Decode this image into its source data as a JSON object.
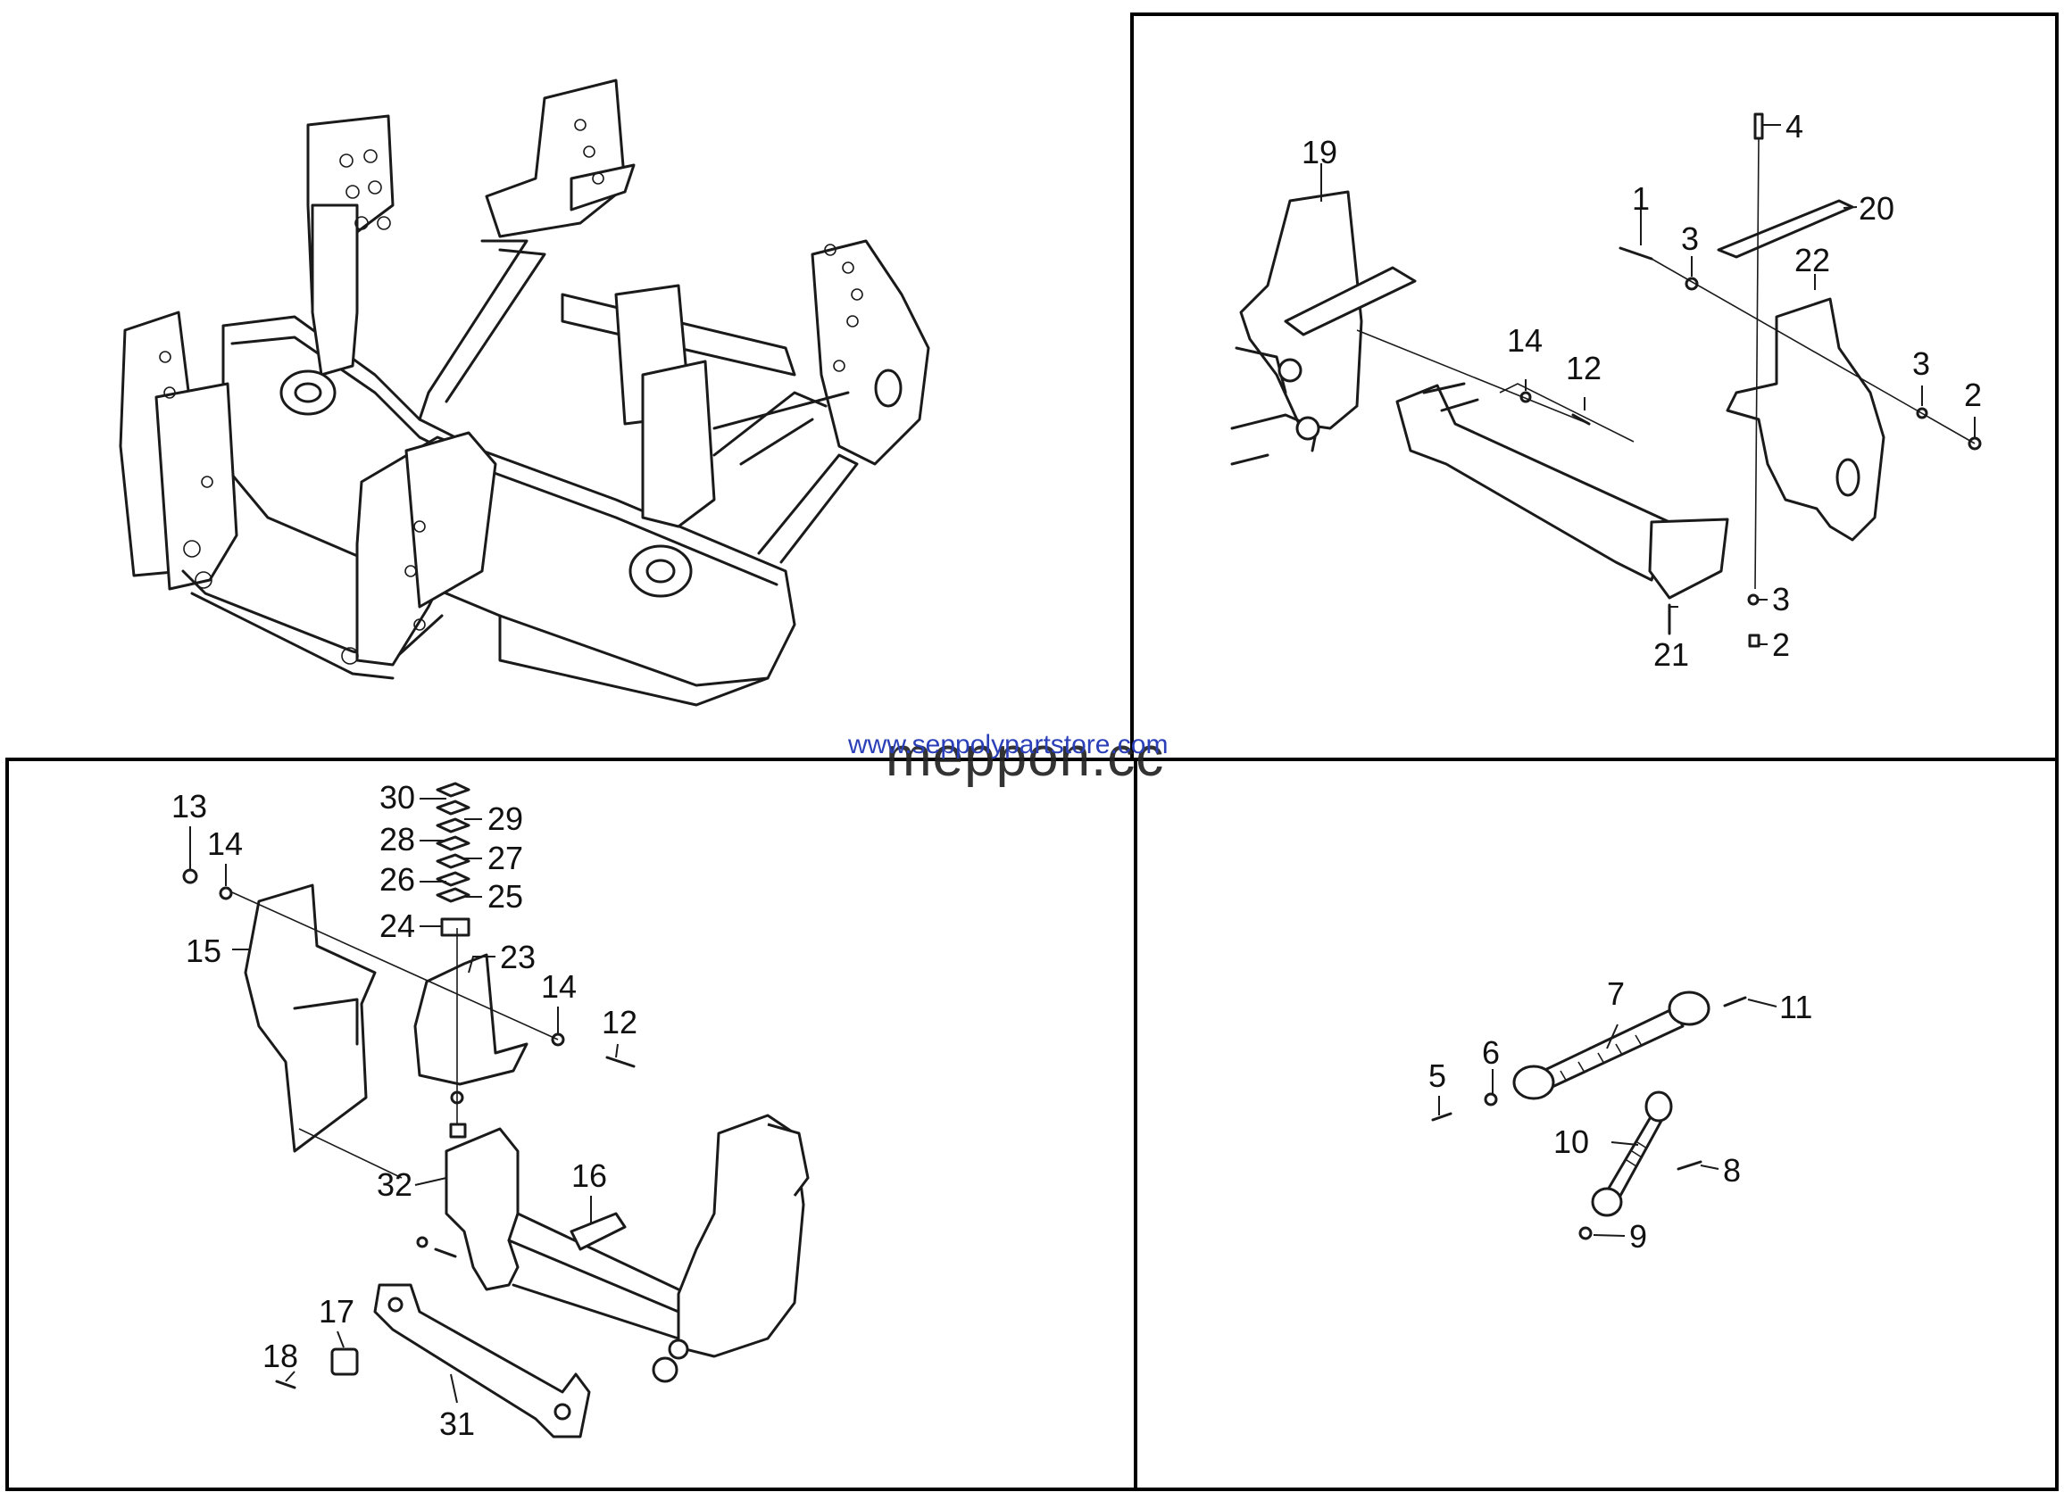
{
  "watermark": {
    "url": "www.seppolypartstore.com",
    "brand": "meppon.cc",
    "url_color": "#2a3fb8"
  },
  "callouts": [
    {
      "id": "c-19",
      "text": "19"
    },
    {
      "id": "c-1",
      "text": "1"
    },
    {
      "id": "c-3a",
      "text": "3"
    },
    {
      "id": "c-4",
      "text": "4"
    },
    {
      "id": "c-20",
      "text": "20"
    },
    {
      "id": "c-22",
      "text": "22"
    },
    {
      "id": "c-14a",
      "text": "14"
    },
    {
      "id": "c-12a",
      "text": "12"
    },
    {
      "id": "c-3b",
      "text": "3"
    },
    {
      "id": "c-2a",
      "text": "2"
    },
    {
      "id": "c-3c",
      "text": "3"
    },
    {
      "id": "c-2b",
      "text": "2"
    },
    {
      "id": "c-21",
      "text": "21"
    },
    {
      "id": "c-13",
      "text": "13"
    },
    {
      "id": "c-14b",
      "text": "14"
    },
    {
      "id": "c-15",
      "text": "15"
    },
    {
      "id": "c-30",
      "text": "30"
    },
    {
      "id": "c-29",
      "text": "29"
    },
    {
      "id": "c-28",
      "text": "28"
    },
    {
      "id": "c-27",
      "text": "27"
    },
    {
      "id": "c-26",
      "text": "26"
    },
    {
      "id": "c-25",
      "text": "25"
    },
    {
      "id": "c-24",
      "text": "24"
    },
    {
      "id": "c-23",
      "text": "23"
    },
    {
      "id": "c-14c",
      "text": "14"
    },
    {
      "id": "c-12b",
      "text": "12"
    },
    {
      "id": "c-32",
      "text": "32"
    },
    {
      "id": "c-16",
      "text": "16"
    },
    {
      "id": "c-17",
      "text": "17"
    },
    {
      "id": "c-18",
      "text": "18"
    },
    {
      "id": "c-31",
      "text": "31"
    },
    {
      "id": "c-7",
      "text": "7"
    },
    {
      "id": "c-11",
      "text": "11"
    },
    {
      "id": "c-6",
      "text": "6"
    },
    {
      "id": "c-5",
      "text": "5"
    },
    {
      "id": "c-10",
      "text": "10"
    },
    {
      "id": "c-8",
      "text": "8"
    },
    {
      "id": "c-9",
      "text": "9"
    }
  ]
}
